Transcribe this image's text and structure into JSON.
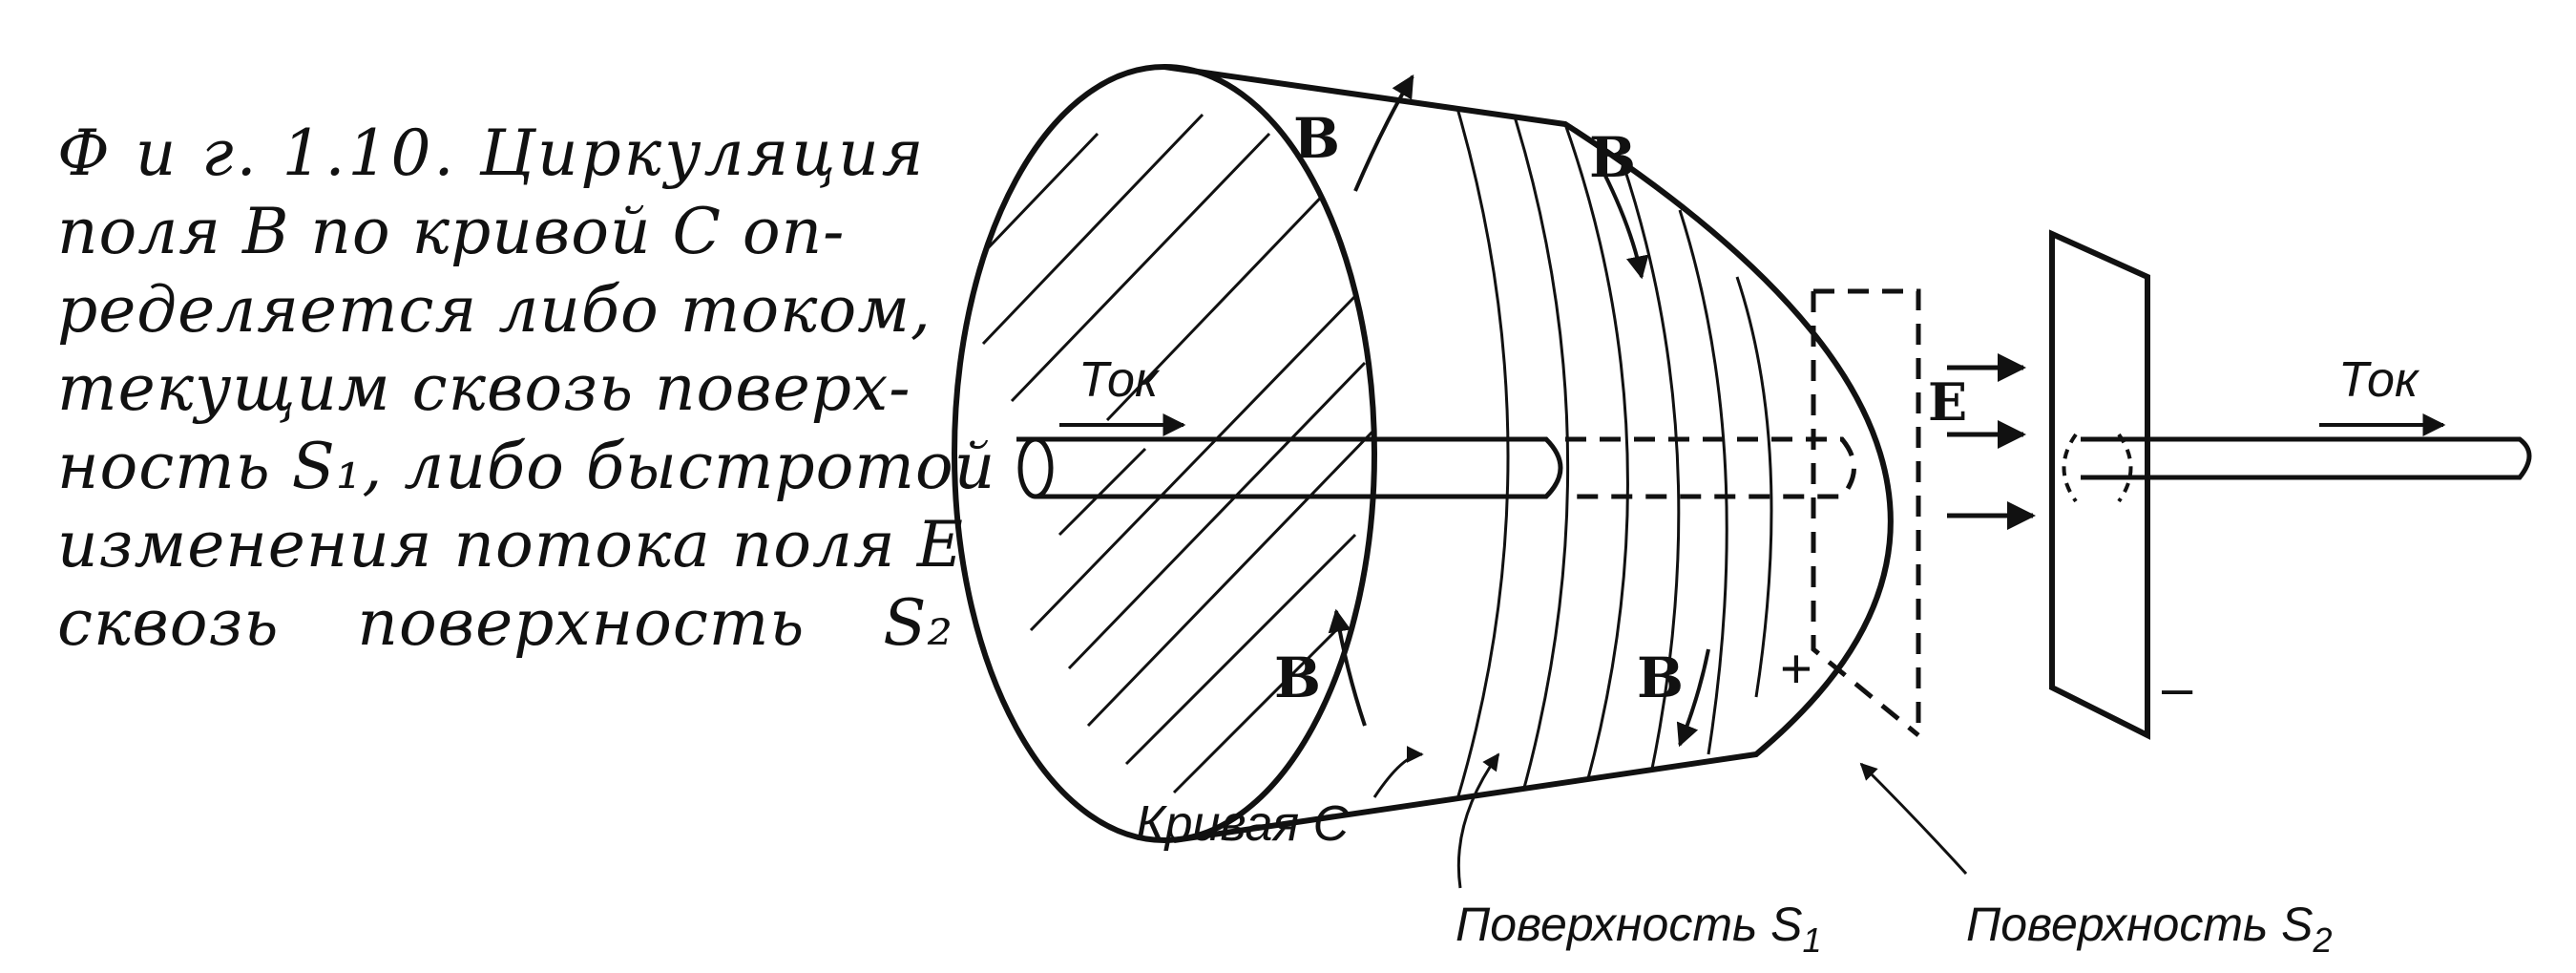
{
  "caption": {
    "lines": [
      "Ф и г.  1.10.  Циркуляция",
      "поля B по кривой C оп-",
      "ределяется либо током,",
      "текущим сквозь поверх-",
      "ность S₁, либо быстротой",
      "изменения потока поля E",
      "сквозь поверхность S₂"
    ]
  },
  "diagram": {
    "labels": {
      "current_left": "Ток",
      "current_right": "Ток",
      "field_b_top_left": "B",
      "field_b_top_right": "B",
      "field_b_bottom_left": "B",
      "field_b_bottom_right": "B",
      "field_e": "E",
      "plus": "+",
      "minus": "–",
      "curve_c": "Кривая C",
      "surface_s1": "Поверхность S",
      "surface_s1_sub": "1",
      "surface_s2": "Поверхность S",
      "surface_s2_sub": "2"
    },
    "colors": {
      "ink": "#111111",
      "background": "#ffffff"
    }
  }
}
